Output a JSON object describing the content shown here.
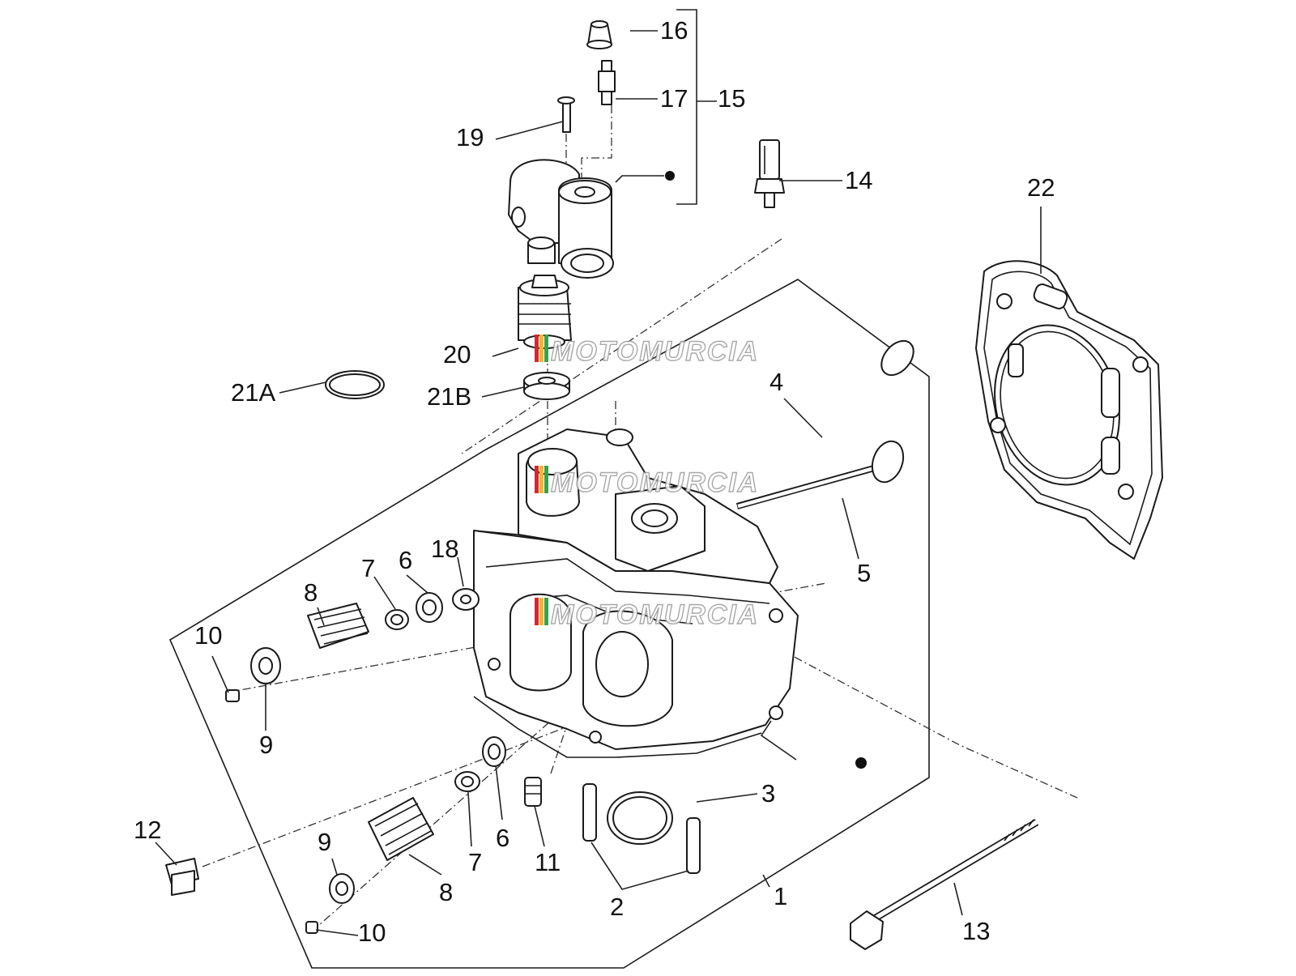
{
  "diagram": {
    "callouts": {
      "c1": "1",
      "c2": "2",
      "c3": "3",
      "c4": "4",
      "c5": "5",
      "c6a": "6",
      "c6b": "6",
      "c7a": "7",
      "c7b": "7",
      "c8a": "8",
      "c8b": "8",
      "c9a": "9",
      "c9b": "9",
      "c10a": "10",
      "c10b": "10",
      "c11": "11",
      "c12": "12",
      "c13": "13",
      "c14": "14",
      "c15": "15",
      "c16": "16",
      "c17": "17",
      "c18": "18",
      "c19": "19",
      "c20": "20",
      "c21a": "21A",
      "c21b": "21B",
      "c22": "22"
    },
    "watermark": {
      "text": "MOTOMURCIA",
      "stripe_colors": [
        "#d9262c",
        "#f2b632",
        "#3aa14a"
      ]
    },
    "colors": {
      "line": "#1a1a1a",
      "background": "#ffffff"
    }
  }
}
